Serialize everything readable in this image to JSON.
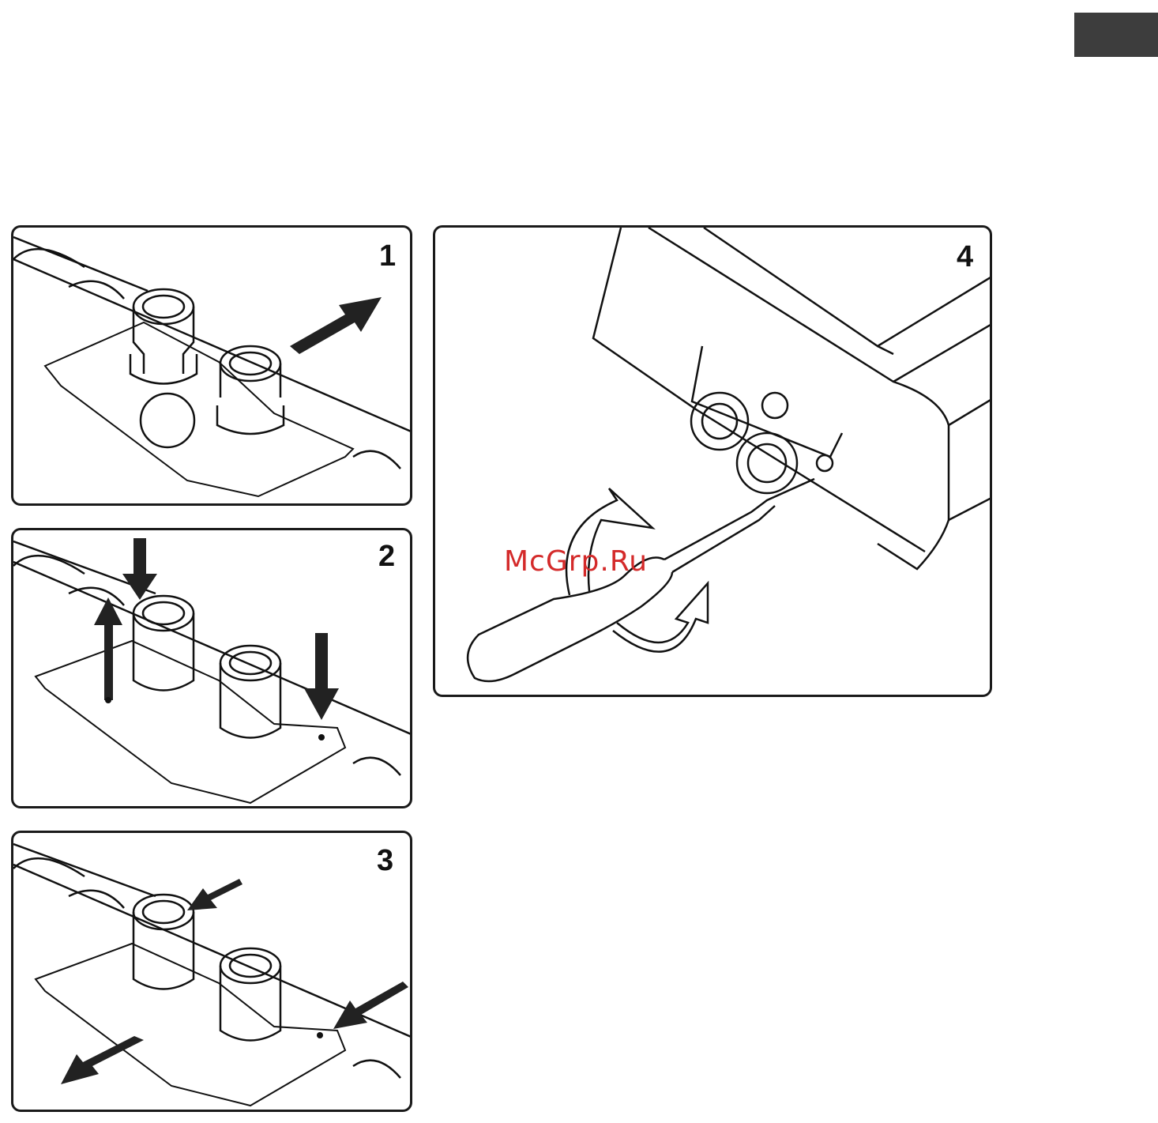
{
  "panels": [
    {
      "step": "1"
    },
    {
      "step": "2"
    },
    {
      "step": "3"
    },
    {
      "step": "4"
    }
  ],
  "watermark": "McGrp.Ru"
}
